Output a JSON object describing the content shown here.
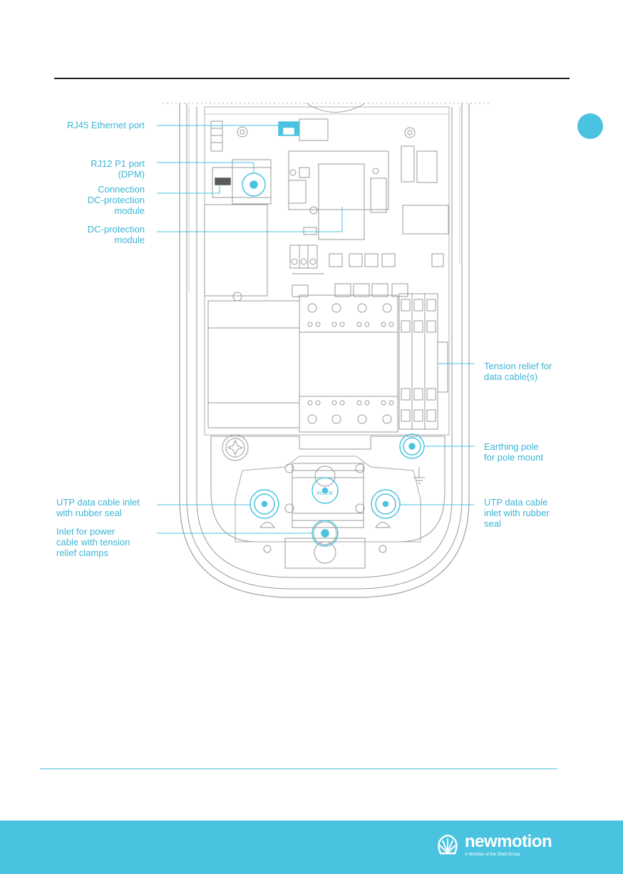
{
  "colors": {
    "accent": "#49c3e0",
    "label": "#3cb5d6",
    "line": "#8a8a8a",
    "rule": "#1b1b1b"
  },
  "labels": {
    "rj45": "RJ45 Ethernet port",
    "rj12_line1": "RJ12 P1 port",
    "rj12_line2": "(DPM)",
    "connection_line1": "Connection",
    "connection_line2": "DC-protection",
    "connection_line3": "module",
    "dcmodule_line1": "DC-protection",
    "dcmodule_line2": "module",
    "tension_line1": "Tension relief for",
    "tension_line2": "data cable(s)",
    "earthing_line1": "Earthing pole",
    "earthing_line2": "for pole mount",
    "utp_left_line1": "UTP data cable inlet",
    "utp_left_line2": "with rubber seal",
    "power_line1": "Inlet for power",
    "power_line2": "cable with tension",
    "power_line3": "relief clamps",
    "utp_right_line1": "UTP data cable",
    "utp_right_line2": "inlet with rubber",
    "utp_right_line3": "seal"
  },
  "device": {
    "inside_text": "INSIDE"
  },
  "footer": {
    "brand": "newmotion",
    "tagline": "A Member of the Shell Group"
  },
  "icons": {
    "brand_logo": "shell-icon",
    "section_marker": "circle-marker"
  }
}
